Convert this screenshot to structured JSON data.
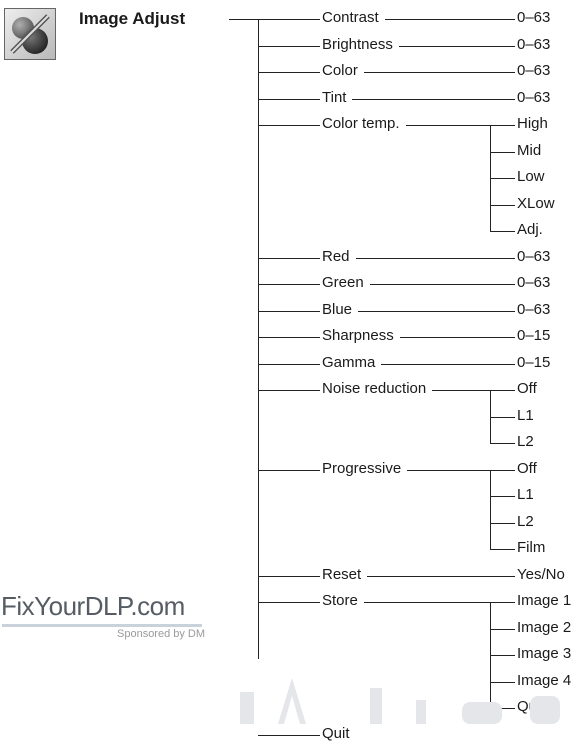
{
  "title": "Image Adjust",
  "icon": "image-adjust-icon",
  "items": [
    {
      "label": "Contrast",
      "value": "0–63"
    },
    {
      "label": "Brightness",
      "value": "0–63"
    },
    {
      "label": "Color",
      "value": "0–63"
    },
    {
      "label": "Tint",
      "value": "0–63"
    },
    {
      "label": "Color temp.",
      "options": [
        "High",
        "Mid",
        "Low",
        "XLow",
        "Adj."
      ]
    },
    {
      "label": "Red",
      "value": "0–63"
    },
    {
      "label": "Green",
      "value": "0–63"
    },
    {
      "label": "Blue",
      "value": "0–63"
    },
    {
      "label": "Sharpness",
      "value": "0–15"
    },
    {
      "label": "Gamma",
      "value": "0–15"
    },
    {
      "label": "Noise reduction",
      "options": [
        "Off",
        "L1",
        "L2"
      ]
    },
    {
      "label": "Progressive",
      "options": [
        "Off",
        "L1",
        "L2",
        "Film"
      ]
    },
    {
      "label": "Reset",
      "value": "Yes/No"
    },
    {
      "label": "Store",
      "options": [
        "Image 1",
        "Image 2",
        "Image 3",
        "Image 4",
        "Quit"
      ]
    },
    {
      "label": "Quit"
    }
  ],
  "watermark": {
    "main": "FixYourDLP.com",
    "sub": "Sponsored by DM"
  }
}
